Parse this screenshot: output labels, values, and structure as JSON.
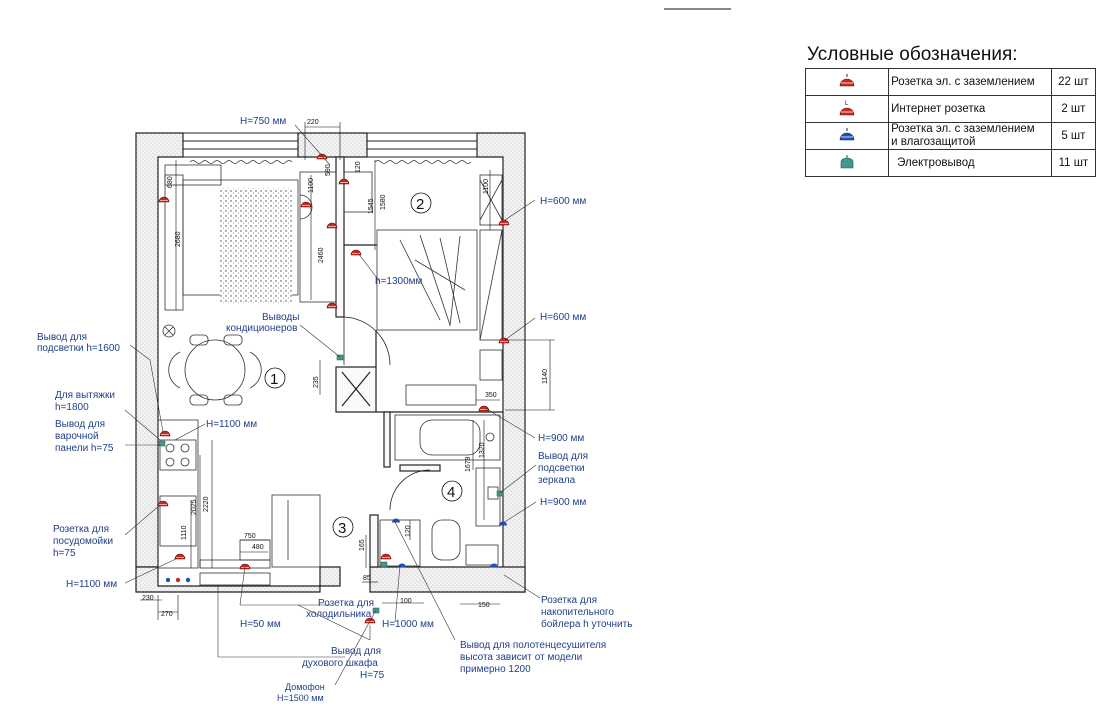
{
  "legend": {
    "title": "Условные обозначения:",
    "items": [
      {
        "symbol": "red-socket-icon",
        "color": "#c8281e",
        "label": "Розетка эл. с заземлением",
        "qty": "22 шт"
      },
      {
        "symbol": "internet-socket-icon",
        "color": "#c8281e",
        "mark": "L",
        "label": "Интернет розетка",
        "qty": "2 шт"
      },
      {
        "symbol": "blue-socket-icon",
        "color": "#1e4fb4",
        "label_lines": [
          "Розетка эл. с заземлением",
          "и  влагозащитой"
        ],
        "qty": "5 шт"
      },
      {
        "symbol": "teal-outlet-icon",
        "color": "#3f9a8a",
        "label": "Электровывод",
        "qty": "11 шт"
      }
    ]
  },
  "rooms": [
    "1",
    "2",
    "3",
    "4"
  ],
  "annotations": {
    "h750": "Н=750 мм",
    "h600a": "Н=600 мм",
    "h600b": "Н=600 мм",
    "h1300": "h=1300мм",
    "conditioner": [
      "Выводы",
      "кондиционеров"
    ],
    "backlight": [
      "Вывод для",
      "подсветки h=1600"
    ],
    "hood": [
      "Для вытяжки",
      "h=1800"
    ],
    "hob": [
      "Вывод для",
      "варочной",
      "панели h=75"
    ],
    "h1100a": "Н=1100 мм",
    "h900a": "Н=900 мм",
    "mirror": [
      "Вывод для",
      "подсветки",
      "зеркала"
    ],
    "h900b": "Н=900 мм",
    "dishwasher": [
      "Розетка для",
      "посудомойки",
      "h=75"
    ],
    "h1100b": "Н=1100 мм",
    "fridge": [
      "Розетка для",
      "холодильника"
    ],
    "h50": "Н=50 мм",
    "h1000": "Н=1000 мм",
    "boiler": [
      "Розетка для",
      "накопительного",
      "бойлера h уточнить"
    ],
    "towel": [
      "Вывод для полотенцесушителя",
      "высота зависит от модели",
      "примерно 1200"
    ],
    "oven": [
      "Вывод для",
      "духового шкафа",
      "Н=75"
    ],
    "intercom": [
      "Домофон",
      "Н=1500 мм"
    ]
  },
  "dims": {
    "d220": "220",
    "d590": "590",
    "d680": "680",
    "d2680": "2680",
    "d1100a": "1100",
    "d1545": "1545",
    "d1580": "1580",
    "d2460": "2460",
    "d1100b": "1100",
    "d120a": "120",
    "d1140": "1140",
    "d350": "350",
    "d235": "235",
    "d1320": "1320",
    "d1679": "1679",
    "d2220": "2220",
    "d2025": "2025",
    "d1110": "1110",
    "d750": "750",
    "d480": "480",
    "d165": "165",
    "d85": "85",
    "d100": "100",
    "d120b": "120",
    "d150": "150",
    "d230": "230",
    "d270": "270"
  }
}
